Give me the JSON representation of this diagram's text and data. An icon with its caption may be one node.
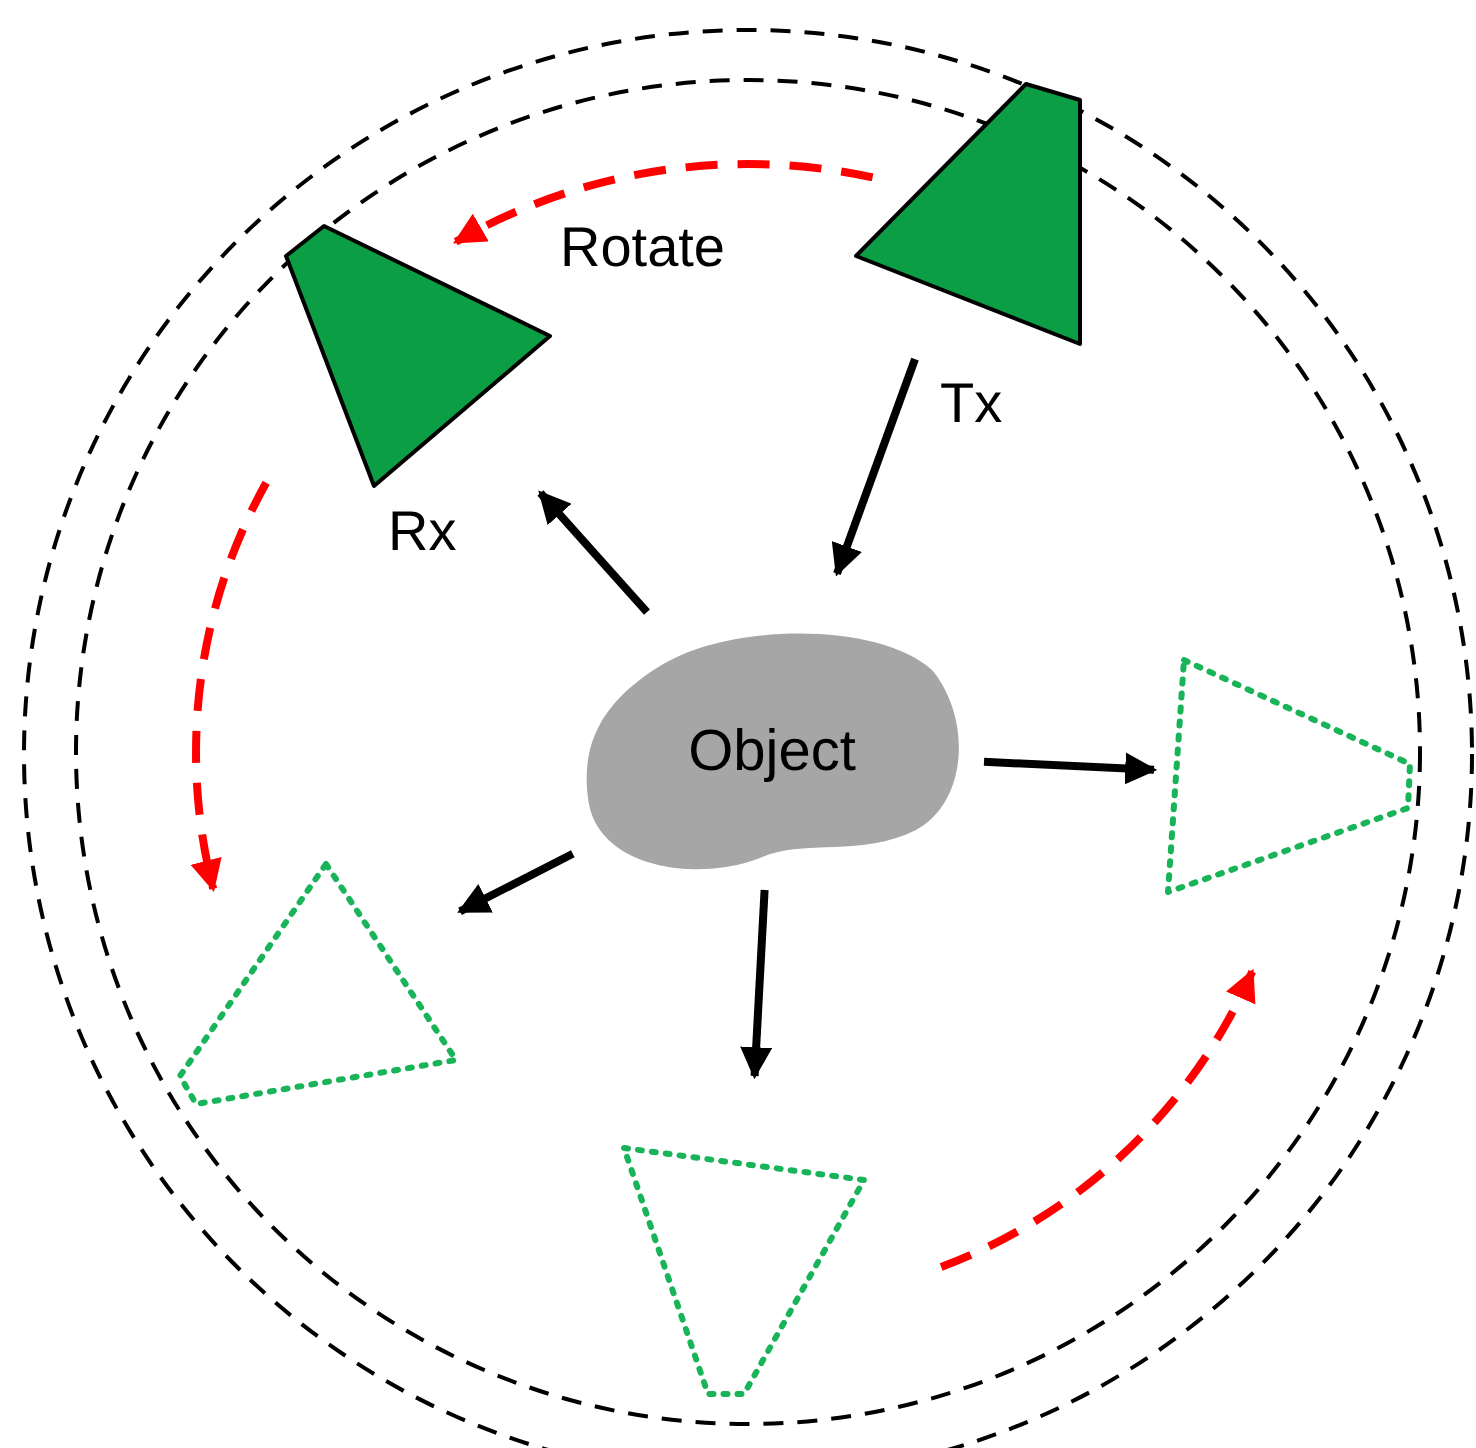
{
  "diagram": {
    "nodes": [
      {
        "text": [
          "Object"
        ]
      },
      {
        "text": [],
        "shape": "triangle",
        "beside": [
          "Tx"
        ]
      },
      {
        "text": [],
        "shape": "triangle",
        "beside": [
          "Rx"
        ]
      },
      {
        "text": [],
        "shape": "outline"
      },
      {
        "text": [],
        "shape": "outline"
      },
      {
        "text": [],
        "shape": "outline"
      }
    ],
    "edges": [
      {
        "from": 1,
        "to": 0,
        "arrow": "to"
      },
      {
        "from": 0,
        "to": 2,
        "arrow": "to"
      },
      {
        "from": 0,
        "to": 5,
        "arrow": "to"
      },
      {
        "from": 0,
        "to": 3,
        "arrow": "to"
      },
      {
        "from": 0,
        "to": 4,
        "arrow": "to"
      },
      {
        "from": 1,
        "to": 2,
        "arrow": "to",
        "label": "Rotate",
        "style": "dashed",
        "color": "#ff0000"
      },
      {
        "from": 2,
        "to": 3,
        "arrow": "to",
        "style": "dashed",
        "color": "#ff0000"
      },
      {
        "from": 4,
        "to": 5,
        "arrow": "to",
        "style": "dashed",
        "color": "#ff0000"
      }
    ]
  }
}
